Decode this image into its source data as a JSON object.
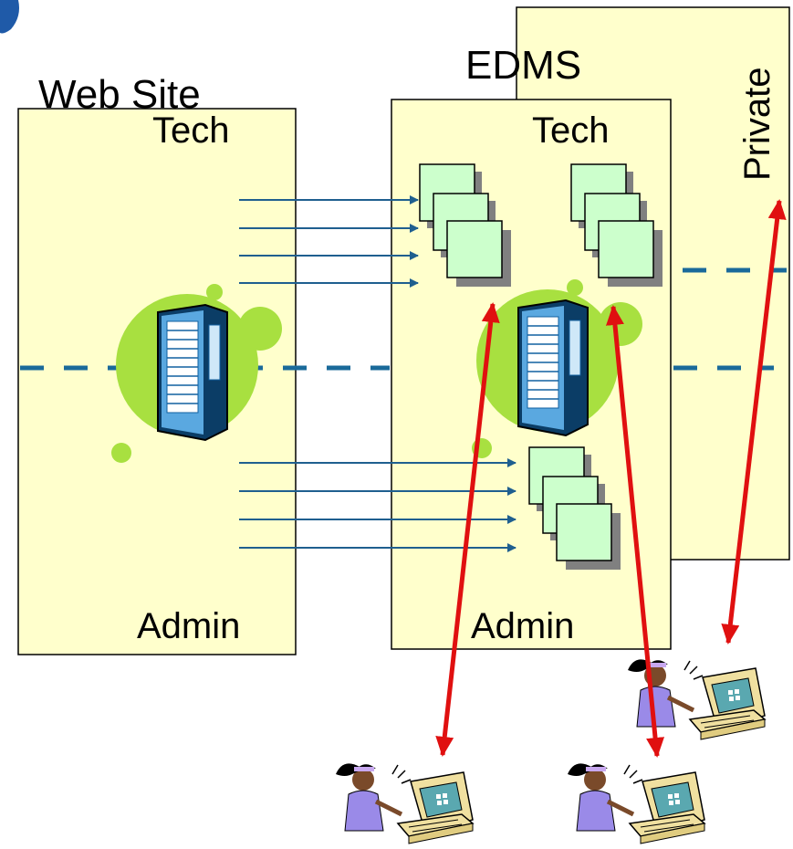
{
  "title": "",
  "labels": {
    "web_site": "Web Site",
    "edms": "EDMS",
    "private": "Private",
    "web_tech": "Tech",
    "web_admin": "Admin",
    "edms_tech": "Tech",
    "edms_admin": "Admin"
  },
  "colors": {
    "panel_fill": "#ffffcc",
    "panel_stroke": "#000000",
    "document_fill": "#ccffcc",
    "document_shadow": "#808080",
    "blue_arrow": "#1f5f8f",
    "dashed_line": "#1a6a9a",
    "red_arrow": "#e01010",
    "server_blob": "#a8e040",
    "server_body": "#1060a0",
    "server_front": "#5aa8e0"
  },
  "icons": [
    "server-icon",
    "document-stack-icon",
    "user-at-computer-icon",
    "corner-logo-icon"
  ]
}
